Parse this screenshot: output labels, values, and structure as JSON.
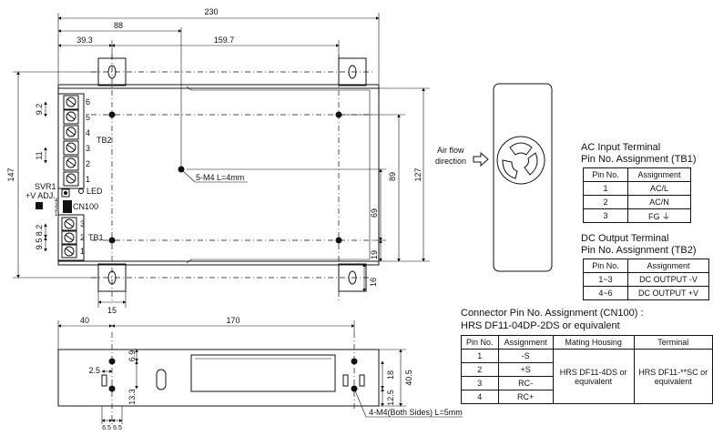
{
  "dims": {
    "d230": "230",
    "d88": "88",
    "d39_3": "39.3",
    "d159_7": "159.7",
    "d147": "147",
    "d127": "127",
    "d89": "89",
    "d69": "69",
    "d19": "19",
    "d16": "16",
    "d15": "15",
    "d9_2": "9.2",
    "d11": "11",
    "d8_2": "8.2",
    "d9_5": "9.5",
    "d40": "40",
    "d170": "170",
    "d2_5": "2.5",
    "d6_9": "6.9",
    "d13_3": "13.3",
    "d18": "18",
    "d40_5": "40.5",
    "d12_5": "12.5",
    "d6_5a": "6.5",
    "d6_5b": "6.5"
  },
  "labels": {
    "tb2": "TB2",
    "tb1": "TB1",
    "svr1": "SVR1",
    "vadj": "+V ADJ.",
    "led": "LED",
    "cn100": "CN100",
    "screw": "5-M4 L=4mm",
    "side_screw": "4-M4(Both Sides) L=5mm",
    "airflow_1": "Air flow",
    "airflow_2": "direction",
    "tb2_pins": [
      "6",
      "5",
      "4",
      "3",
      "2",
      "1"
    ],
    "tb1_pins": [
      "3",
      "2",
      "1"
    ],
    "cn_pins": [
      "4",
      "3",
      "2",
      "1"
    ]
  },
  "ac": {
    "title1": "AC Input Terminal",
    "title2": "Pin No.  Assignment (TB1)",
    "h_pin": "Pin No.",
    "h_assign": "Assignment",
    "rows": [
      {
        "pin": "1",
        "assign": "AC/L"
      },
      {
        "pin": "2",
        "assign": "AC/N"
      },
      {
        "pin": "3",
        "assign": "FG ⏚"
      }
    ]
  },
  "dc": {
    "title1": "DC Output Terminal",
    "title2": "Pin No.  Assignment (TB2)",
    "h_pin": "Pin No.",
    "h_assign": "Assignment",
    "rows": [
      {
        "pin": "1~3",
        "assign": "DC OUTPUT -V"
      },
      {
        "pin": "4~6",
        "assign": "DC OUTPUT +V"
      }
    ]
  },
  "cn": {
    "title1": "Connector Pin No. Assignment (CN100) :",
    "title2": "HRS DF11-04DP-2DS or equivalent",
    "h_pin": "Pin No.",
    "h_assign": "Assignment",
    "h_housing": "Mating Housing",
    "h_terminal": "Terminal",
    "rows": [
      {
        "pin": "1",
        "assign": "-S"
      },
      {
        "pin": "2",
        "assign": "+S"
      },
      {
        "pin": "3",
        "assign": "RC-"
      },
      {
        "pin": "4",
        "assign": "RC+"
      }
    ],
    "housing": "HRS DF11-4DS or equivalent",
    "terminal": "HRS DF11-**SC or equivalent"
  }
}
